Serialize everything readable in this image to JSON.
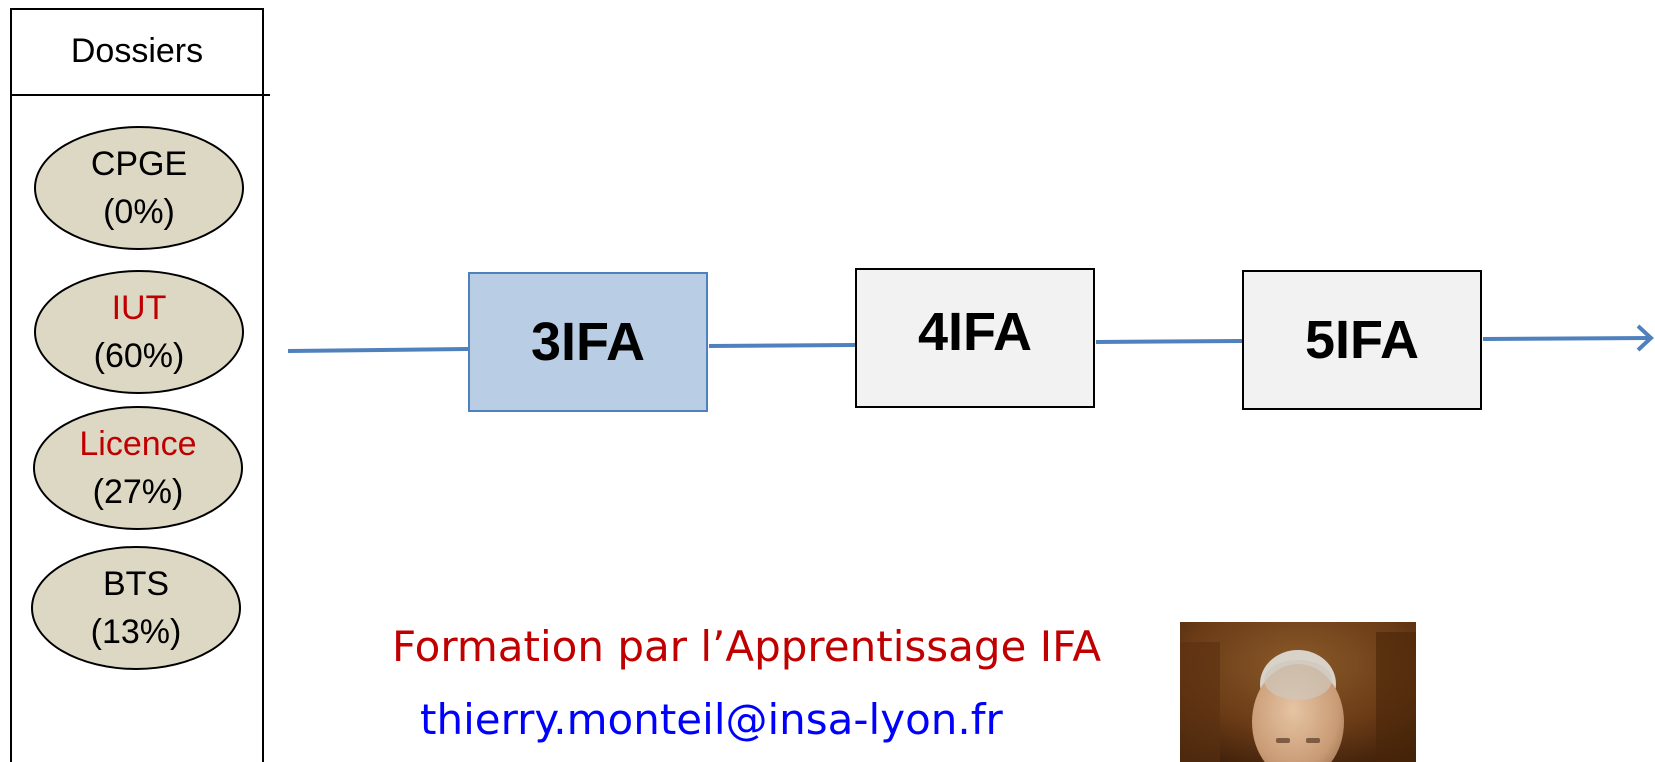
{
  "sidebar": {
    "header": "Dossiers",
    "items": [
      {
        "label": "CPGE",
        "percent": "(0%)"
      },
      {
        "label": "IUT",
        "percent": "(60%)"
      },
      {
        "label": "Licence",
        "percent": "(27%)"
      },
      {
        "label": "BTS",
        "percent": "(13%)"
      }
    ]
  },
  "flow": {
    "stages": [
      "3IFA",
      "4IFA",
      "5IFA"
    ]
  },
  "footer": {
    "line1": "Formation par l’Apprentissage IFA",
    "line2": "thierry.monteil@insa-lyon.fr"
  },
  "colors": {
    "oval_fill": "#ddd8c4",
    "highlight_text": "#c00000",
    "active_stage_fill": "#b9cde5",
    "stage_fill": "#f2f2f2",
    "connector": "#4f81bd",
    "email": "#0000ff"
  }
}
